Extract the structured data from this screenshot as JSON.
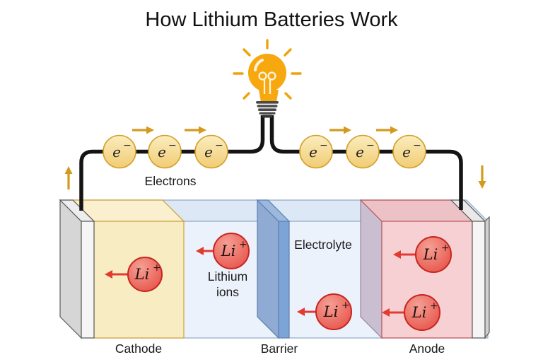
{
  "title": "How Lithium Batteries Work",
  "diagram": {
    "electrons_label": "Electrons",
    "electrolyte_label": "Electrolyte",
    "lithium_ions_label_line1": "Lithium",
    "lithium_ions_label_line2": "ions",
    "cathode_label": "Cathode",
    "barrier_label": "Barrier",
    "anode_label": "Anode",
    "electron_symbol": "e",
    "electron_charge": "−",
    "ion_symbol": "Li",
    "ion_charge": "+"
  },
  "colors": {
    "cathode_front": "#F8ECC2",
    "cathode_top": "#FAF0D0",
    "anode_front": "#F6D0D3",
    "anode_top": "#EDC2C6",
    "barrier_front": "#7DA4D6",
    "electrolyte_front": "#ECF2FB",
    "electrolyte_top": "#DCE8F5",
    "terminal_slab": "#F5F5F5",
    "electron_fill": "#F5D98E",
    "electron_stroke": "#D2A02A",
    "ion_fill": "#EA6A5F",
    "ion_stroke": "#C6251F",
    "arrow_gold": "#D49A1E",
    "arrow_red": "#E23B32",
    "bulb": "#F7A80E",
    "wire": "#141414"
  }
}
